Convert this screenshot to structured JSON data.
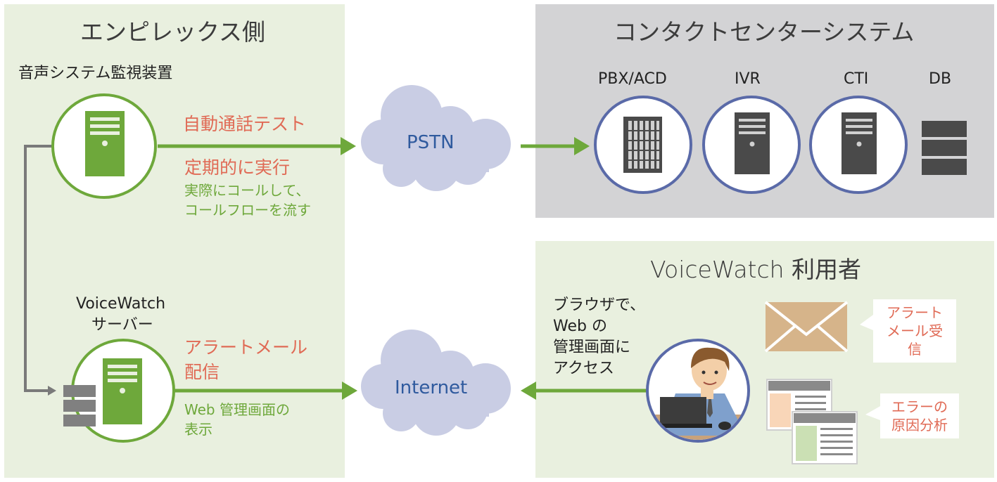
{
  "left": {
    "title": "エンピレックス側",
    "monitor_label": "音声システム監視装置",
    "auto_call_test": "自動通話テスト",
    "periodic_exec": "定期的に実行",
    "desc_line1": "実際にコールして、",
    "desc_line2": "コールフローを流す",
    "server_label_line1": "VoiceWatch",
    "server_label_line2": "サーバー",
    "alert_line1": "アラートメール",
    "alert_line2": "配信",
    "web_display_line1": "Web 管理画面の",
    "web_display_line2": "表示"
  },
  "clouds": {
    "pstn": "PSTN",
    "internet": "Internet"
  },
  "contact_center": {
    "title": "コンタクトセンターシステム",
    "items": [
      "PBX/ACD",
      "IVR",
      "CTI",
      "DB"
    ]
  },
  "user": {
    "title": "VoiceWatch 利用者",
    "browser_line1": "ブラウザで、",
    "browser_line2": "Web の",
    "browser_line3": "管理画面に",
    "browser_line4": "アクセス",
    "alert_recv_line1": "アラート",
    "alert_recv_line2": "メール受信",
    "error_line1": "エラーの",
    "error_line2": "原因分析"
  },
  "colors": {
    "panel_green": "#e9f0df",
    "panel_gray": "#d3d3d5",
    "accent_green": "#6ea83b",
    "accent_red": "#e06a55",
    "cloud": "#c9cde4",
    "ring_blue": "#5a6aa8"
  }
}
